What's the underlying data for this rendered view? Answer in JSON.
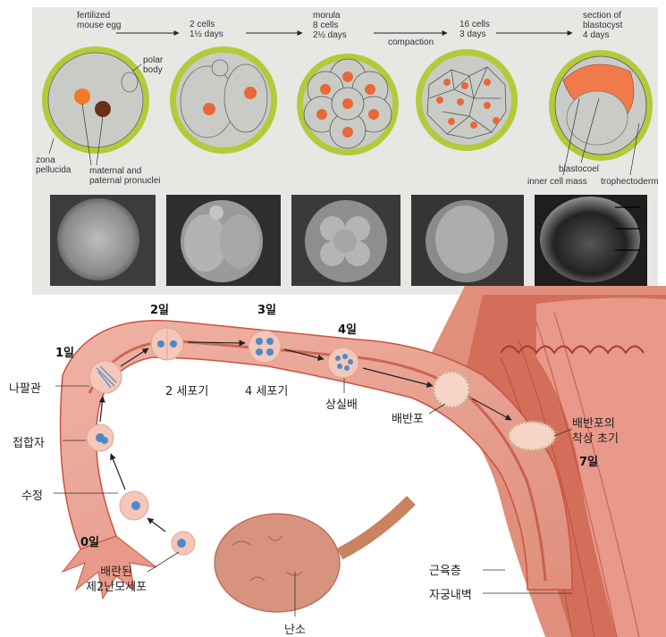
{
  "top": {
    "stages": [
      {
        "line1": "fertilized",
        "line2": "mouse egg",
        "line3": ""
      },
      {
        "line1": "2 cells",
        "line2": "1½ days",
        "line3": ""
      },
      {
        "line1": "morula",
        "line2": "8 cells",
        "line3": "2½ days"
      },
      {
        "line1": "16 cells",
        "line2": "3 days",
        "line3": ""
      },
      {
        "line1": "section of",
        "line2": "blastocyst",
        "line3": "4 days"
      }
    ],
    "compaction": "compaction",
    "labels": {
      "polar_body_1": "polar",
      "polar_body_2": "body",
      "zona_1": "zona",
      "zona_2": "pellucida",
      "pronuclei_1": "maternal and",
      "pronuclei_2": "paternal pronuclei",
      "blastocoel": "blastocoel",
      "inner_cell_mass": "inner cell mass",
      "trophectoderm": "trophectoderm"
    }
  },
  "bottom": {
    "days": {
      "d0": "0일",
      "d1": "1일",
      "d2": "2일",
      "d3": "3일",
      "d4": "4일",
      "d7": "7일"
    },
    "labels": {
      "oviduct": "나팔관",
      "zygote": "접합자",
      "fertilization": "수정",
      "oocyte_1": "배란된",
      "oocyte_2": "제2난모세포",
      "two_cell": "2 세포기",
      "four_cell": "4 세포기",
      "morula": "상실배",
      "blastocyst": "배반포",
      "implant_1": "배반포의",
      "implant_2": "착상 초기",
      "muscle": "근육층",
      "endometrium": "자궁내벽",
      "ovary": "난소"
    }
  },
  "colors": {
    "zona": "#b5c93a",
    "nucleus": "#e8683a",
    "tissue": "#e8998a",
    "tissue_dark": "#c9533f",
    "cell": "#c9ccc6"
  }
}
